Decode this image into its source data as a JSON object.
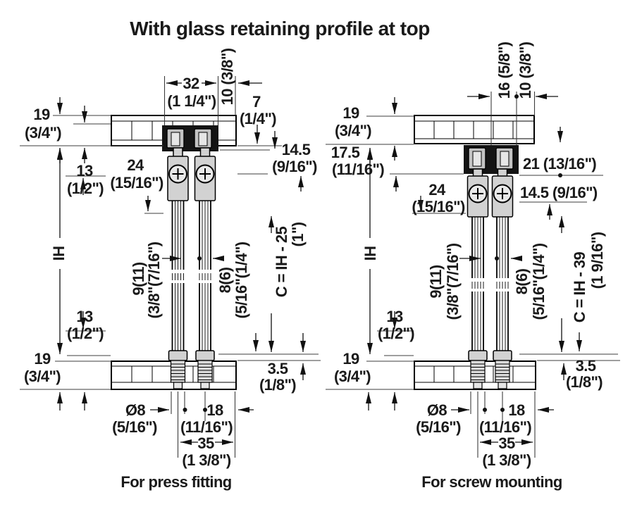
{
  "title": "With glass retaining profile at top",
  "left": {
    "caption": "For press fitting",
    "d32_mm": "32",
    "d32_in": "(1 1/4\")",
    "d10": "10 (3/8\")",
    "d7_mm": "7",
    "d7_in": "(1/4\")",
    "d19t_mm": "19",
    "d19t_in": "(3/4\")",
    "d13t_mm": "13",
    "d13t_in": "(1/2\")",
    "d24_mm": "24",
    "d24_in": "(15/16\")",
    "d145_mm": "14.5",
    "d145_in": "(9/16\")",
    "ih": "IH",
    "d911_mm": "9(11)",
    "d911_in": "(3/8\"(7/16\")",
    "d86_mm": "8(6)",
    "d86_in": "(5/16\"(1/4\")",
    "c_f": "C = IH - 25",
    "c_in": "(1\")",
    "d13b_mm": "13",
    "d13b_in": "(1/2\")",
    "d19b_mm": "19",
    "d19b_in": "(3/4\")",
    "d35s_mm": "3.5",
    "d35s_in": "(1/8\")",
    "dia_mm": "Ø8",
    "dia_in": "(5/16\")",
    "d18_mm": "18",
    "d18_in": "(11/16\")",
    "d35_mm": "35",
    "d35_in": "(1 3/8\")"
  },
  "right": {
    "caption": "For screw mounting",
    "d16": "16 (5/8\")",
    "d10": "10 (3/8\")",
    "d19t_mm": "19",
    "d19t_in": "(3/4\")",
    "d175_mm": "17.5",
    "d175_in": "(11/16\")",
    "d21": "21 (13/16\")",
    "d24_mm": "24",
    "d24_in": "(15/16\")",
    "d145": "14.5 (9/16\")",
    "ih": "IH",
    "d911_mm": "9(11)",
    "d911_in": "(3/8\"(7/16\")",
    "d86_mm": "8(6)",
    "d86_in": "(5/16\"(1/4\")",
    "c_f": "C = IH - 39",
    "c_in": "(1 9/16\")",
    "d13b_mm": "13",
    "d13b_in": "(1/2\")",
    "d19b_mm": "19",
    "d19b_in": "(3/4\")",
    "d35s_mm": "3.5",
    "d35s_in": "(1/8\")",
    "dia_mm": "Ø8",
    "dia_in": "(5/16\")",
    "d18_mm": "18",
    "d18_in": "(11/16\")",
    "d35_mm": "35",
    "d35_in": "(1 3/8\")"
  }
}
